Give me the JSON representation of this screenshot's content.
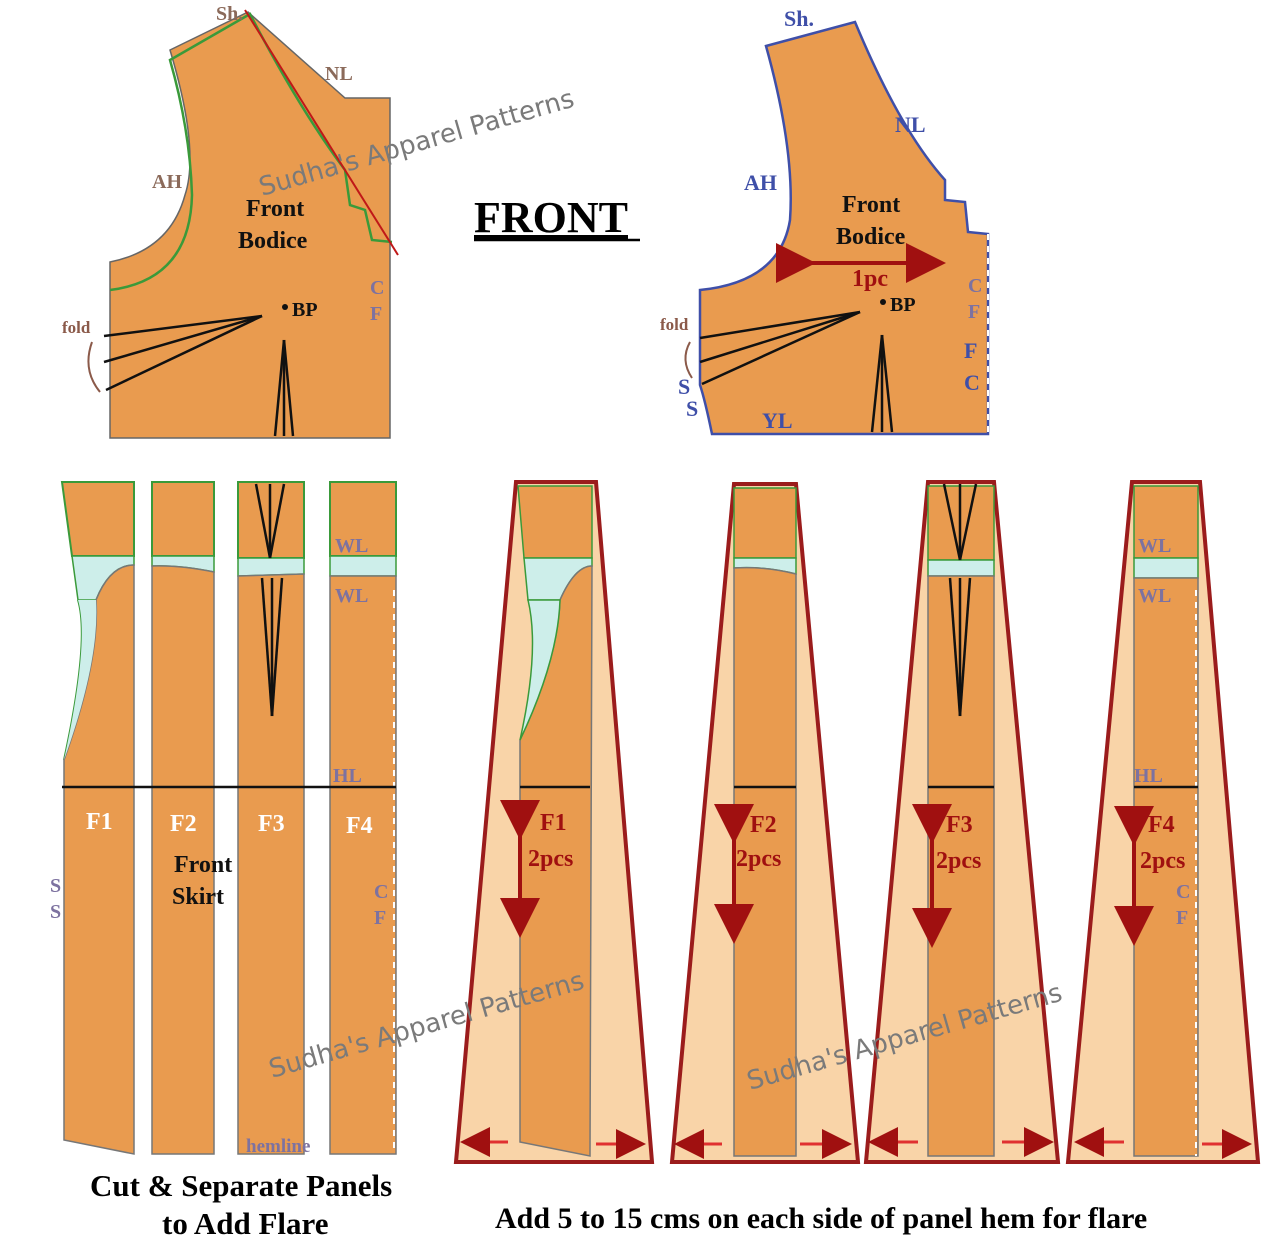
{
  "title": "FRONT",
  "watermark": "Sudha's Apparel Patterns",
  "colors": {
    "fabric": "#e99b4f",
    "flare": "#f9d4a8",
    "panelBorder": "#9b1c1c",
    "seam": "#3a9a3a",
    "yoke": "#cdeeea",
    "blueLine": "#3f4fa8",
    "arrow": "#a01010"
  },
  "bodice_left": {
    "sh": "Sh.",
    "nl": "NL",
    "ah": "AH",
    "front": "Front",
    "bodice": "Bodice",
    "bp": "BP",
    "cf_c": "C",
    "cf_f": "F",
    "fold": "fold"
  },
  "bodice_right": {
    "sh": "Sh.",
    "nl": "NL",
    "ah": "AH",
    "front": "Front",
    "bodice": "Bodice",
    "pieces": "1pc",
    "bp": "BP",
    "cf_c": "C",
    "cf_f": "F",
    "fc_f": "F",
    "fc_c": "C",
    "ss_s1": "S",
    "ss_s2": "S",
    "yl": "YL",
    "fold": "fold"
  },
  "skirt_left": {
    "wl_top": "WL",
    "wl_bottom": "WL",
    "hl": "HL",
    "f1": "F1",
    "f2": "F2",
    "f3": "F3",
    "f4": "F4",
    "front": "Front",
    "skirt": "Skirt",
    "ss_s1": "S",
    "ss_s2": "S",
    "cf_c": "C",
    "cf_f": "F",
    "hemline": "hemline"
  },
  "flared_panels": [
    {
      "name": "F1",
      "pieces": "2pcs"
    },
    {
      "name": "F2",
      "pieces": "2pcs"
    },
    {
      "name": "F3",
      "pieces": "2pcs"
    },
    {
      "name": "F4",
      "pieces": "2pcs"
    }
  ],
  "flared_labels": {
    "wl_top": "WL",
    "wl_bottom": "WL",
    "hl": "HL",
    "cf_c": "C",
    "cf_f": "F"
  },
  "caption_left_line1": "Cut & Separate Panels",
  "caption_left_line2": "to Add Flare",
  "caption_right": "Add 5 to 15 cms on each side of panel hem for flare"
}
